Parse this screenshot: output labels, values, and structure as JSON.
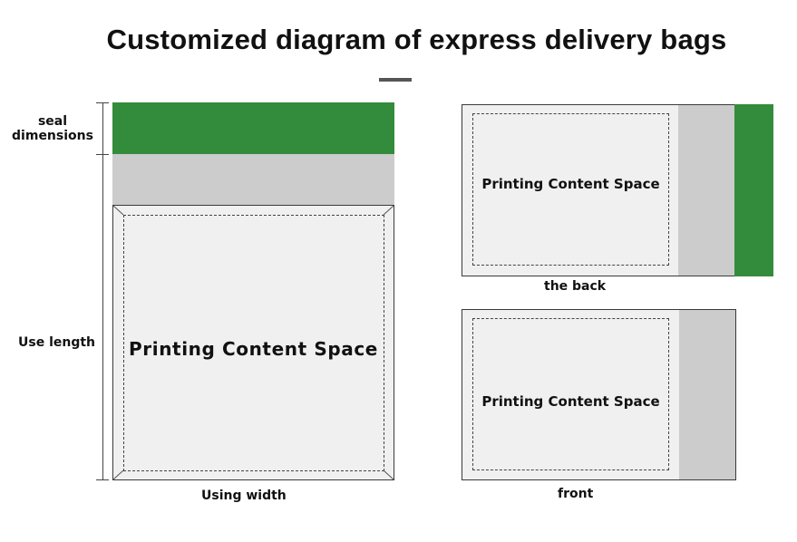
{
  "title": "Customized diagram of express delivery bags",
  "main_bag": {
    "content_label": "Printing Content Space",
    "seal_label_line1": "seal",
    "seal_label_line2": "dimensions",
    "length_label": "Use length",
    "width_label": "Using width"
  },
  "back_view": {
    "content_label": "Printing Content Space",
    "caption": "the back"
  },
  "front_view": {
    "content_label": "Printing Content Space",
    "caption": "front"
  },
  "colors": {
    "seal_strip": "#338c3c",
    "flap": "#cccccc",
    "print_area": "#f0f0f0",
    "outline": "#3a3a3a"
  }
}
